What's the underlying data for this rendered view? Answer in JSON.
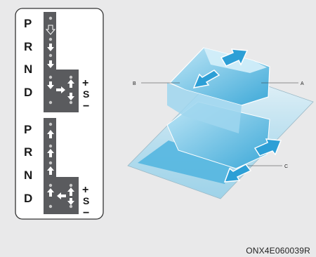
{
  "shift_pattern": {
    "gear_positions": [
      "P",
      "R",
      "N",
      "D"
    ],
    "manual_mode": {
      "plus": "+",
      "label": "S",
      "minus": "−"
    }
  },
  "lever_callouts": [
    "A",
    "B",
    "C"
  ],
  "figure_code": "ONX4E060039R",
  "colors": {
    "panel_fill": "#ffffff",
    "gate_fill": "#5a5b5e",
    "lever_blue": "#5bbbe0",
    "arrow_blue": "#2d9fd6",
    "background": "#e9e9ea"
  }
}
